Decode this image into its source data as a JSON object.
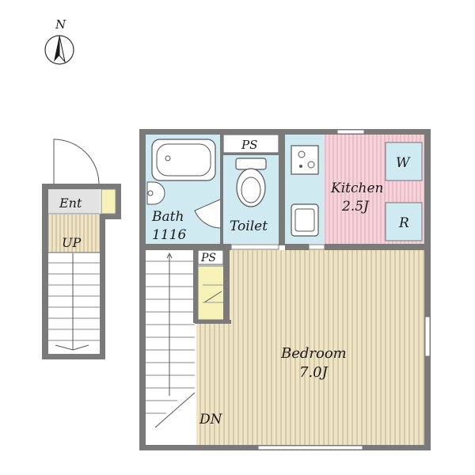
{
  "compass": {
    "north_label": "N",
    "icon": "north-arrow-icon"
  },
  "rooms": {
    "entrance": {
      "label": "Ent"
    },
    "stairs_up": {
      "label": "UP"
    },
    "bath": {
      "label": "Bath",
      "size": "1116"
    },
    "pipe_space_top": {
      "label": "PS"
    },
    "toilet": {
      "label": "Toilet"
    },
    "kitchen": {
      "label": "Kitchen",
      "size": "2.5J"
    },
    "washer": {
      "label": "W"
    },
    "fridge": {
      "label": "R"
    },
    "pipe_space_mid": {
      "label": "PS"
    },
    "bedroom": {
      "label": "Bedroom",
      "size": "7.0J"
    },
    "stairs_down": {
      "label": "DN"
    }
  },
  "colors": {
    "wet_area": "#cfeaf0",
    "kitchen_floor": "#f6d3da",
    "wood_floor": "#efe4c4",
    "wood_stripe": "#b9ab8c",
    "storage": "#f7f2b8",
    "entrance_floor": "#e3e3e3",
    "wall": "#7a7a7a"
  }
}
